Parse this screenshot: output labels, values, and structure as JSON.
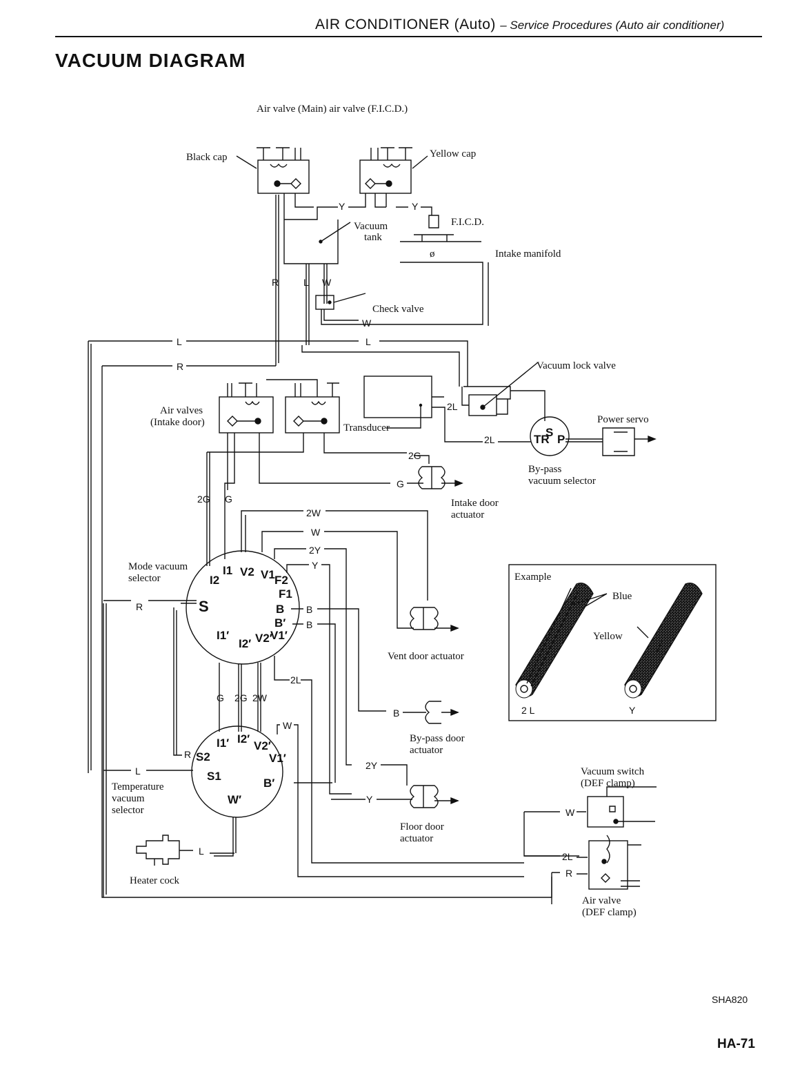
{
  "header": {
    "section": "AIR CONDITIONER (Auto)",
    "subsection": "– Service Procedures (Auto air conditioner)"
  },
  "title": "VACUUM DIAGRAM",
  "diagram": {
    "caption": "Air valve (Main) air valve (F.I.C.D.)",
    "labels": {
      "black_cap": "Black cap",
      "yellow_cap": "Yellow cap",
      "vacuum": "Vacuum",
      "tank": "tank",
      "ficd": "F.I.C.D.",
      "intake_manifold": "Intake manifold",
      "check_valve": "Check valve",
      "vacuum_lock_valve": "Vacuum lock valve",
      "air_valves": "Air valves",
      "intake_door": "(Intake door)",
      "transducer": "Transducer",
      "power_servo": "Power servo",
      "bypass": "By-pass",
      "vacuum_selector": "vacuum selector",
      "intake_door_actuator_1": "Intake door",
      "intake_door_actuator_2": "actuator",
      "mode_vacuum": "Mode vacuum",
      "mode_selector": "selector",
      "vent_door_actuator": "Vent door actuator",
      "bypass_door_1": "By-pass door",
      "bypass_door_2": "actuator",
      "temperature": "Temperature",
      "temp_vacuum": "vacuum",
      "temp_selector": "selector",
      "floor_door_1": "Floor door",
      "floor_door_2": "actuator",
      "heater_cock": "Heater cock",
      "vacuum_switch": "Vacuum switch",
      "def_clamp_paren": "(DEF clamp)",
      "air_valve": "Air valve",
      "def_clamp_2": "(DEF clamp)"
    },
    "hose_codes": {
      "Y": "Y",
      "L": "L",
      "R": "R",
      "W": "W",
      "G": "G",
      "B": "B",
      "2L": "2L",
      "2G": "2G",
      "2W": "2W",
      "2Y": "2Y"
    },
    "port_labels": {
      "I1": "I1",
      "V2": "V2",
      "V1": "V1",
      "F2": "F2",
      "F1": "F1",
      "I2": "I2",
      "S": "S",
      "B": "B",
      "B_prime": "B′",
      "I1_prime": "I1′",
      "I2_prime": "I2′",
      "V2_prime": "V2′",
      "V1_prime": "V1′",
      "S2": "S2",
      "S1": "S1",
      "W_prime": "W′",
      "TR": "TR",
      "S_port": "S",
      "P": "P"
    },
    "example": {
      "title": "Example",
      "blue": "Blue",
      "yellow": "Yellow",
      "code_2l": "2 L",
      "code_y": "Y"
    }
  },
  "figure_code": "SHA820",
  "page_number": "HA-71"
}
